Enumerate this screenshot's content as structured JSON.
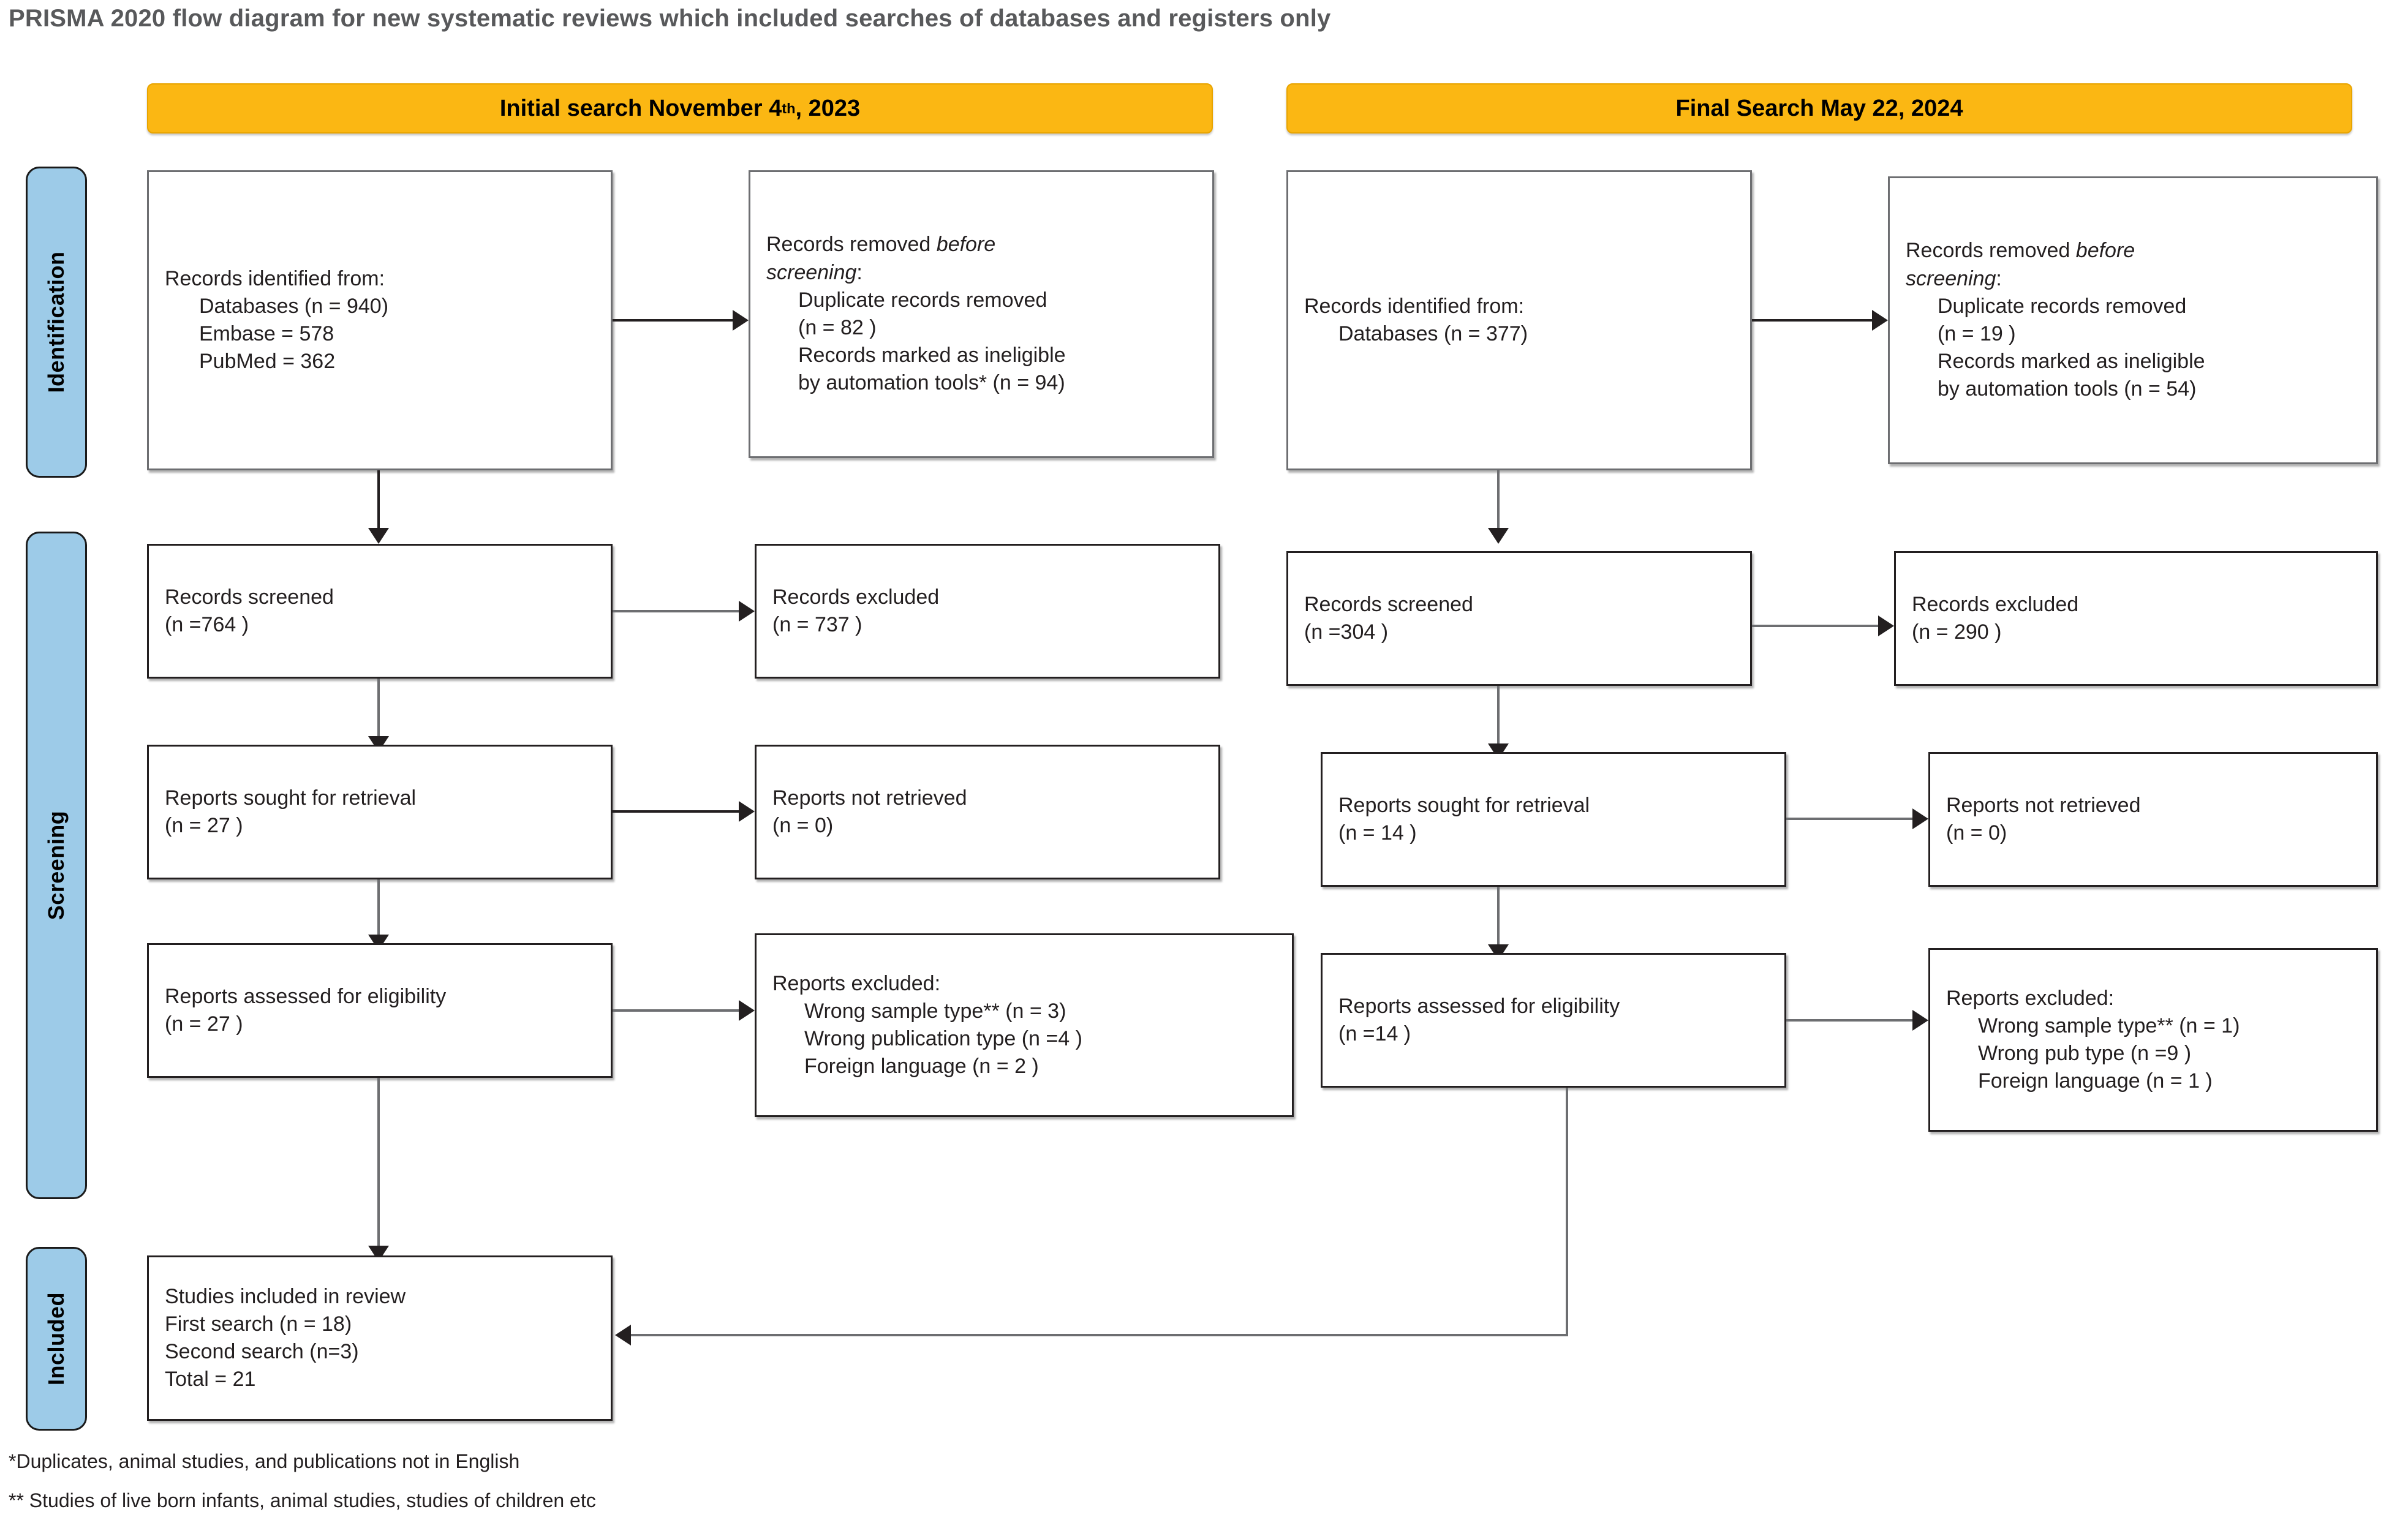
{
  "title": "PRISMA 2020 flow diagram for new systematic reviews which included searches of databases and registers only",
  "stages": [
    {
      "label": "Identification"
    },
    {
      "label": "Screening"
    },
    {
      "label": "Included"
    }
  ],
  "columns": [
    {
      "header_prefix": "Initial search November 4",
      "header_sup": "th",
      "header_suffix": ", 2023",
      "header_full": "Initial search November 4th, 2023"
    },
    {
      "header_prefix": "Final Search May 22, 2024",
      "header_sup": "",
      "header_suffix": "",
      "header_full": "Final Search May 22, 2024"
    }
  ],
  "left": {
    "identified": {
      "l1": "Records identified from:",
      "l2": "Databases (n = 940)",
      "l3": "Embase = 578",
      "l4": "PubMed = 362"
    },
    "removed": {
      "l1a": "Records removed ",
      "l1b": "before",
      "l2a": "screening",
      "l2b": ":",
      "l3": "Duplicate records removed",
      "l4": "(n = 82 )",
      "l5": "Records marked as ineligible",
      "l6": "by automation tools* (n = 94)"
    },
    "screened": {
      "l1": "Records screened",
      "l2": "(n =764 )"
    },
    "records_excluded": {
      "l1": "Records excluded",
      "l2": "(n = 737 )"
    },
    "sought": {
      "l1": "Reports sought for retrieval",
      "l2": "(n = 27 )"
    },
    "not_retrieved": {
      "l1": "Reports not retrieved",
      "l2": "(n = 0)"
    },
    "assessed": {
      "l1": "Reports assessed for eligibility",
      "l2": "(n = 27 )"
    },
    "reports_excluded": {
      "l1": "Reports excluded:",
      "l2": "Wrong sample type** (n = 3)",
      "l3": "Wrong publication type (n =4 )",
      "l4": "Foreign language (n = 2 )"
    }
  },
  "right": {
    "identified": {
      "l1": "Records identified from:",
      "l2": "Databases (n = 377)"
    },
    "removed": {
      "l1a": "Records removed ",
      "l1b": "before",
      "l2a": "screening",
      "l2b": ":",
      "l3": "Duplicate records removed",
      "l4": "(n = 19 )",
      "l5": "Records marked as ineligible",
      "l6": "by automation tools (n = 54)"
    },
    "screened": {
      "l1": "Records screened",
      "l2": "(n =304 )"
    },
    "records_excluded": {
      "l1": "Records excluded",
      "l2": "(n = 290 )"
    },
    "sought": {
      "l1": "Reports sought for retrieval",
      "l2": "(n = 14 )"
    },
    "not_retrieved": {
      "l1": "Reports not retrieved",
      "l2": "(n = 0)"
    },
    "assessed": {
      "l1": "Reports assessed for eligibility",
      "l2": "(n =14 )"
    },
    "reports_excluded": {
      "l1": "Reports excluded:",
      "l2": "Wrong sample type** (n = 1)",
      "l3": "Wrong pub type (n =9 )",
      "l4": "Foreign language (n = 1 )"
    }
  },
  "included": {
    "l1": "Studies included in review",
    "l2": "First search (n = 18)",
    "l3": "Second search (n=3)",
    "l4": "Total = 21"
  },
  "footnotes": {
    "f1": "*Duplicates, animal studies, and publications not in English",
    "f2": "** Studies of live born infants, animal studies, studies of children etc"
  },
  "colors": {
    "stage_fill": "#9dcbe8",
    "header_fill": "#fbb713",
    "box_border": "#6d6e71",
    "text": "#231f20",
    "title_text": "#58595b"
  }
}
